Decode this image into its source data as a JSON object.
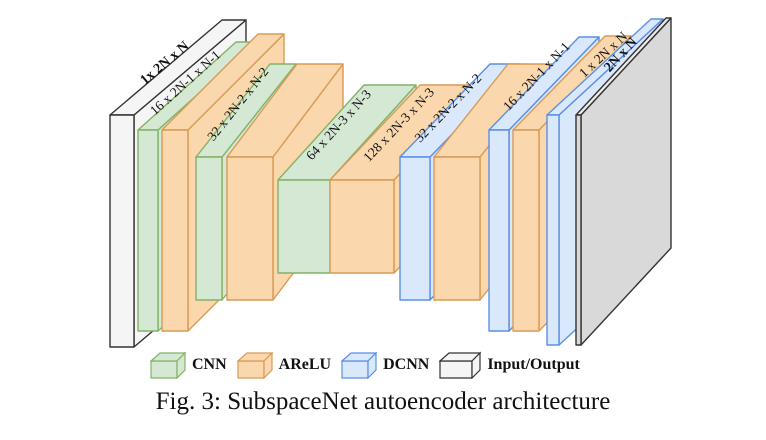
{
  "diagram": {
    "layers": [
      {
        "id": "input",
        "label": "1x 2N x N",
        "type": "io"
      },
      {
        "id": "cnn1",
        "label": "16 x 2N-1 x N-1",
        "type": "cnn"
      },
      {
        "id": "arelu1",
        "label": "",
        "type": "arelu"
      },
      {
        "id": "cnn2",
        "label": "32 x 2N-2 x N-2",
        "type": "cnn"
      },
      {
        "id": "arelu2",
        "label": "",
        "type": "arelu"
      },
      {
        "id": "cnn3",
        "label": "64 x 2N-3 x N-3",
        "type": "cnn"
      },
      {
        "id": "arelu3",
        "label": "128 x 2N-3 x N-3",
        "type": "arelu"
      },
      {
        "id": "dcnn1",
        "label": "32 x 2N-2 x N-2",
        "type": "dcnn"
      },
      {
        "id": "arelu4",
        "label": "",
        "type": "arelu"
      },
      {
        "id": "dcnn2",
        "label": "16 x 2N-1 x N-1",
        "type": "dcnn"
      },
      {
        "id": "arelu5",
        "label": "",
        "type": "arelu"
      },
      {
        "id": "dcnn3",
        "label": "1 x 2N x N",
        "type": "dcnn"
      },
      {
        "id": "output",
        "label": "2N x N",
        "type": "io"
      }
    ],
    "legend": [
      {
        "type": "cnn",
        "label": "CNN"
      },
      {
        "type": "arelu",
        "label": "AReLU"
      },
      {
        "type": "dcnn",
        "label": "DCNN"
      },
      {
        "type": "io",
        "label": "Input/Output"
      }
    ],
    "colors": {
      "cnn": {
        "fill": "#d5e8d4",
        "stroke": "#82b366"
      },
      "arelu": {
        "fill": "#fad7ac",
        "stroke": "#d79b55"
      },
      "dcnn": {
        "fill": "#dae8fc",
        "stroke": "#5b8fe6"
      },
      "io": {
        "fill": "#f5f5f5",
        "stroke": "#333333"
      },
      "output": {
        "fill": "#d9d9d9",
        "stroke": "#333333"
      }
    }
  },
  "caption": "Fig. 3: SubspaceNet autoencoder architecture"
}
